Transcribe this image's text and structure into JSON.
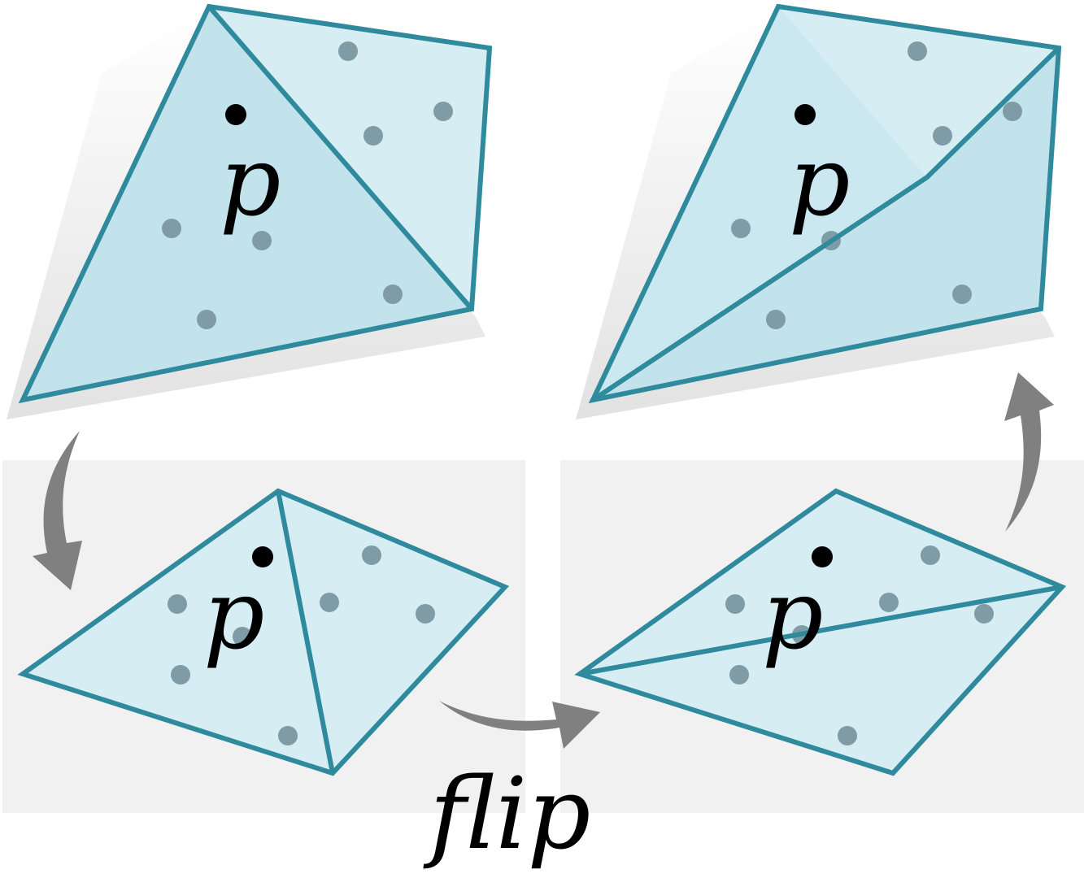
{
  "colors": {
    "edge": "#2e8a9c",
    "face_light": "#d6edf4",
    "face_dark": "#c3e3ec",
    "panel": "#f1f1f1",
    "site": "#7f9ca6",
    "query_point": "#000000",
    "arrow": "#808080"
  },
  "labels": {
    "point_top_left": "p",
    "point_top_right": "p",
    "point_bottom_left": "p",
    "point_bottom_right": "p",
    "operation": "flip"
  }
}
